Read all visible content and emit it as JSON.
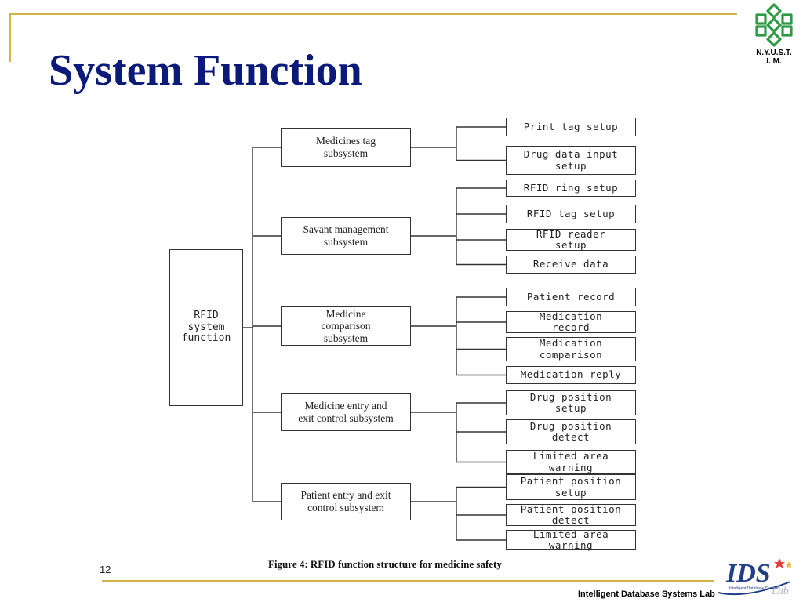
{
  "slide": {
    "title": "System Function",
    "page_number": "12",
    "footer_text": "Intelligent Database Systems Lab",
    "logo_top_line1": "N.Y.U.S.T.",
    "logo_top_line2": "I. M.",
    "lab_logo_letters": "IDS",
    "lab_logo_script": "Lab",
    "lab_logo_tagline": "Intelligent Database Systems"
  },
  "colors": {
    "title": "#0b1a78",
    "frame": "#d4b24a",
    "logo_green": "#2e9b47",
    "lab_logo_blue": "#1f3f86"
  },
  "diagram": {
    "caption": "Figure 4: RFID function structure for medicine safety",
    "root": {
      "lines": [
        "RFID",
        "system",
        "function"
      ]
    },
    "subsystems": [
      {
        "lines": [
          "Medicines tag",
          "subsystem"
        ],
        "items": [
          {
            "lines": [
              "Print tag setup"
            ]
          },
          {
            "lines": [
              "Drug data input",
              "setup"
            ]
          }
        ]
      },
      {
        "lines": [
          "Savant management",
          "subsystem"
        ],
        "items": [
          {
            "lines": [
              "RFID ring setup"
            ]
          },
          {
            "lines": [
              "RFID tag setup"
            ]
          },
          {
            "lines": [
              "RFID reader",
              "setup"
            ]
          },
          {
            "lines": [
              "Receive data"
            ]
          }
        ]
      },
      {
        "lines": [
          "Medicine",
          "comparison",
          "subsystem"
        ],
        "items": [
          {
            "lines": [
              "Patient record"
            ]
          },
          {
            "lines": [
              "Medication",
              "record"
            ]
          },
          {
            "lines": [
              "Medication",
              "comparison"
            ]
          },
          {
            "lines": [
              "Medication reply"
            ]
          }
        ]
      },
      {
        "lines": [
          "Medicine entry and",
          "exit control subsystem"
        ],
        "items": [
          {
            "lines": [
              "Drug position",
              "setup"
            ]
          },
          {
            "lines": [
              "Drug position",
              "detect"
            ]
          },
          {
            "lines": [
              "Limited area",
              "warning"
            ]
          }
        ]
      },
      {
        "lines": [
          "Patient entry and exit",
          "control subsystem"
        ],
        "items": [
          {
            "lines": [
              "Patient position",
              "setup"
            ]
          },
          {
            "lines": [
              "Patient position",
              "detect"
            ]
          },
          {
            "lines": [
              "Limited area",
              "warning"
            ]
          }
        ]
      }
    ]
  }
}
